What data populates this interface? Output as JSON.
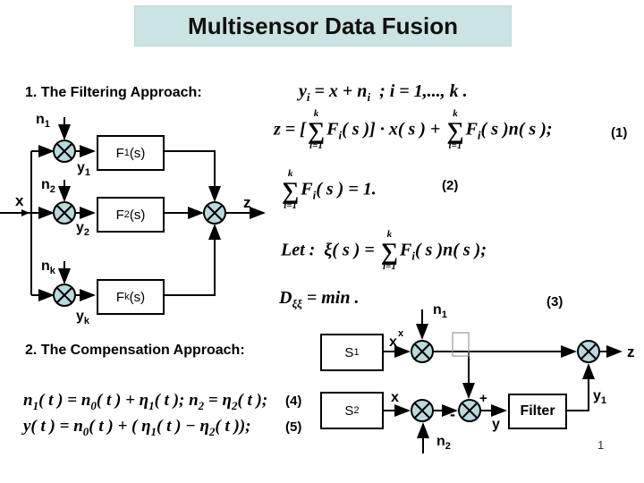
{
  "title": "Multisensor Data Fusion",
  "page_number": "1",
  "headings": {
    "filtering": "1. The Filtering Approach:",
    "compensation": "2. The Compensation Approach:"
  },
  "diagram1": {
    "x_label": "x",
    "z_label": "z",
    "n1": {
      "base": "n",
      "sub": "1"
    },
    "n2": {
      "base": "n",
      "sub": "2"
    },
    "nk": {
      "base": "n",
      "sub": "k"
    },
    "y1": {
      "base": "y",
      "sub": "1"
    },
    "y2": {
      "base": "y",
      "sub": "2"
    },
    "yk": {
      "base": "y",
      "sub": "k"
    },
    "f1": {
      "base": "F",
      "sub": "1",
      "suffix": "(s)"
    },
    "f2": {
      "base": "F",
      "sub": "2",
      "suffix": "(s)"
    },
    "fk": {
      "base": "F",
      "sub": "k",
      "suffix": "(s)"
    }
  },
  "diagram2": {
    "s1": {
      "base": "S",
      "sub": "1"
    },
    "s2": {
      "base": "S",
      "sub": "2"
    },
    "filter": "Filter",
    "x_top": "x",
    "x_top_extra": "x",
    "x_bottom": "x",
    "n1": {
      "base": "n",
      "sub": "1"
    },
    "n2": {
      "base": "n",
      "sub": "2"
    },
    "plus": "+",
    "minus": "-",
    "y": "y",
    "y1": {
      "base": "y",
      "sub": "1"
    },
    "z": "z"
  },
  "equations": {
    "eq_yi": {
      "tokens": [
        {
          "t": "txt",
          "v": "y"
        },
        {
          "t": "sub",
          "v": "i"
        },
        {
          "t": "txt",
          "v": " = x + n"
        },
        {
          "t": "sub",
          "v": "i"
        },
        {
          "t": "txt",
          "v": "  ; i = 1,..., k ."
        }
      ]
    },
    "eq_z": {
      "number": "(1)",
      "tokens": [
        {
          "t": "txt",
          "v": "z = ["
        },
        {
          "t": "sum",
          "top": "k",
          "bot": "i=1"
        },
        {
          "t": "txt",
          "v": "F"
        },
        {
          "t": "sub",
          "v": "i"
        },
        {
          "t": "txt",
          "v": "( s )] · x( s ) + "
        },
        {
          "t": "sum",
          "top": "k",
          "bot": "i=1"
        },
        {
          "t": "txt",
          "v": "F"
        },
        {
          "t": "sub",
          "v": "i"
        },
        {
          "t": "txt",
          "v": "( s )n( s );"
        }
      ]
    },
    "eq_sum": {
      "number": "(2)",
      "tokens": [
        {
          "t": "sum",
          "top": "k",
          "bot": "i=1"
        },
        {
          "t": "txt",
          "v": "F"
        },
        {
          "t": "sub",
          "v": "i"
        },
        {
          "t": "txt",
          "v": "( s ) = 1."
        }
      ]
    },
    "eq_let": {
      "tokens": [
        {
          "t": "txt",
          "v": "Let :  ξ( s ) = "
        },
        {
          "t": "sum",
          "top": "k",
          "bot": "i=1"
        },
        {
          "t": "txt",
          "v": "F"
        },
        {
          "t": "sub",
          "v": "i"
        },
        {
          "t": "txt",
          "v": "( s )n( s );"
        }
      ]
    },
    "eq_min": {
      "number": "(3)",
      "tokens": [
        {
          "t": "txt",
          "v": "D"
        },
        {
          "t": "sub",
          "v": "ξξ"
        },
        {
          "t": "txt",
          "v": " = min ."
        }
      ]
    },
    "eq_n": {
      "number": "(4)",
      "tokens": [
        {
          "t": "txt",
          "v": "n"
        },
        {
          "t": "sub",
          "v": "1"
        },
        {
          "t": "txt",
          "v": "( t ) = n"
        },
        {
          "t": "sub",
          "v": "0"
        },
        {
          "t": "txt",
          "v": "( t ) + η"
        },
        {
          "t": "sub",
          "v": "1"
        },
        {
          "t": "txt",
          "v": "( t ); n"
        },
        {
          "t": "sub",
          "v": "2"
        },
        {
          "t": "txt",
          "v": " = η"
        },
        {
          "t": "sub",
          "v": "2"
        },
        {
          "t": "txt",
          "v": "( t );"
        }
      ]
    },
    "eq_y": {
      "number": "(5)",
      "tokens": [
        {
          "t": "txt",
          "v": "y( t ) = n"
        },
        {
          "t": "sub",
          "v": "0"
        },
        {
          "t": "txt",
          "v": "( t ) + ( η"
        },
        {
          "t": "sub",
          "v": "1"
        },
        {
          "t": "txt",
          "v": "( t ) − η"
        },
        {
          "t": "sub",
          "v": "2"
        },
        {
          "t": "txt",
          "v": "( t ));"
        }
      ]
    }
  },
  "colors": {
    "title_bg": "#cbe3e2",
    "node_fill": "#b9d9dd",
    "line": "#000000"
  }
}
